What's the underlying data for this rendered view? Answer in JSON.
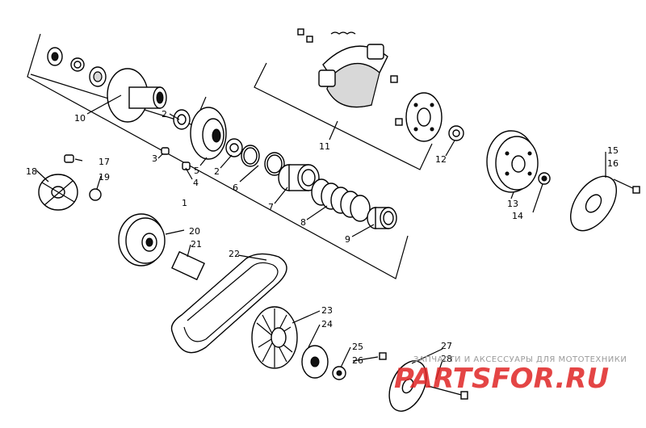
{
  "callouts": [
    "1",
    "2",
    "3",
    "4",
    "5",
    "2",
    "6",
    "7",
    "8",
    "9",
    "10",
    "11",
    "12",
    "13",
    "14",
    "15",
    "16",
    "17",
    "18",
    "19",
    "20",
    "21",
    "22",
    "23",
    "24",
    "25",
    "26",
    "27",
    "28"
  ],
  "watermark": {
    "tagline": "ЗАПЧАСТИ И АКСЕССУАРЫ ДЛЯ МОТОТЕХНИКИ",
    "brand": "PARTSFOR.RU"
  }
}
